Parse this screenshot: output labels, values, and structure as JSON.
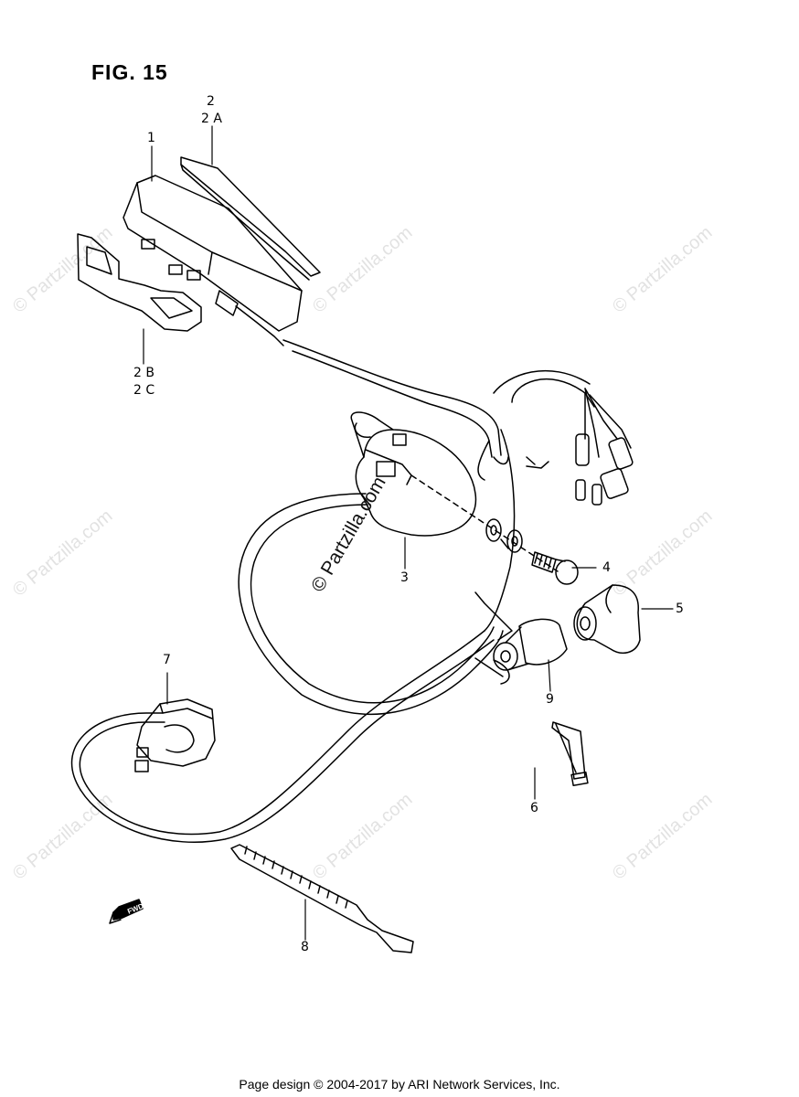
{
  "figure": {
    "title": "FIG. 15"
  },
  "callouts": {
    "p1": "1",
    "p2": "2",
    "p2a": "2 A",
    "p2b": "2 B",
    "p2c": "2 C",
    "p3": "3",
    "p4": "4",
    "p5": "5",
    "p6": "6",
    "p7": "7",
    "p8": "8",
    "p9": "9"
  },
  "fwd_label": "FWD",
  "watermark": "© Partzilla.com",
  "footer": "Page design © 2004-2017 by ARI Network Services, Inc."
}
